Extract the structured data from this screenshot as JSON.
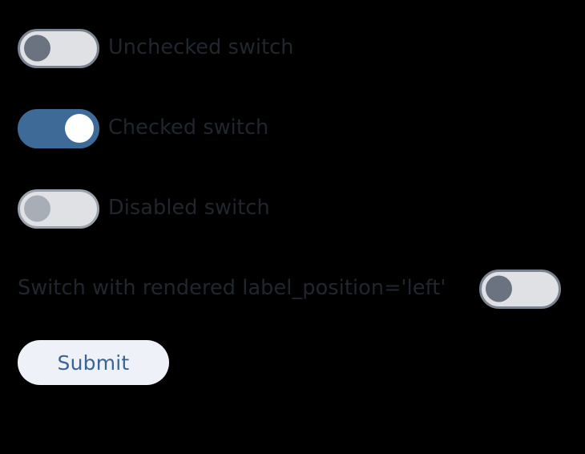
{
  "page": {
    "background_color": "#000000"
  },
  "form": {
    "rows": [
      {
        "id": "unchecked-switch",
        "label": "Unchecked switch",
        "state": "off",
        "checked": false,
        "disabled": false,
        "label_position": "right",
        "track_color": "#dfe1e5",
        "border_color": "#7a828e",
        "knob_color": "#6b7280",
        "label_color": "#21262e"
      },
      {
        "id": "checked-switch",
        "label": "Checked switch",
        "state": "on",
        "checked": true,
        "disabled": false,
        "label_position": "right",
        "track_color": "#3d6a96",
        "border_color": "#3d6a96",
        "knob_color": "#ffffff",
        "label_color": "#21262e"
      },
      {
        "id": "disabled-switch",
        "label": "Disabled switch",
        "state": "off",
        "checked": false,
        "disabled": true,
        "label_position": "right",
        "track_color": "#dfe1e5",
        "border_color": "#9aa1ab",
        "knob_color": "#a8aeb5",
        "label_color": "#21262e"
      },
      {
        "id": "left-label-switch",
        "label": "Switch with rendered label_position='left'",
        "state": "off",
        "checked": false,
        "disabled": false,
        "label_position": "left",
        "track_color": "#dfe1e5",
        "border_color": "#7a828e",
        "knob_color": "#6b7280",
        "label_color": "#21262e"
      }
    ],
    "submit": {
      "label": "Submit",
      "background_color": "#eef1f8",
      "text_color": "#3a6496"
    }
  }
}
